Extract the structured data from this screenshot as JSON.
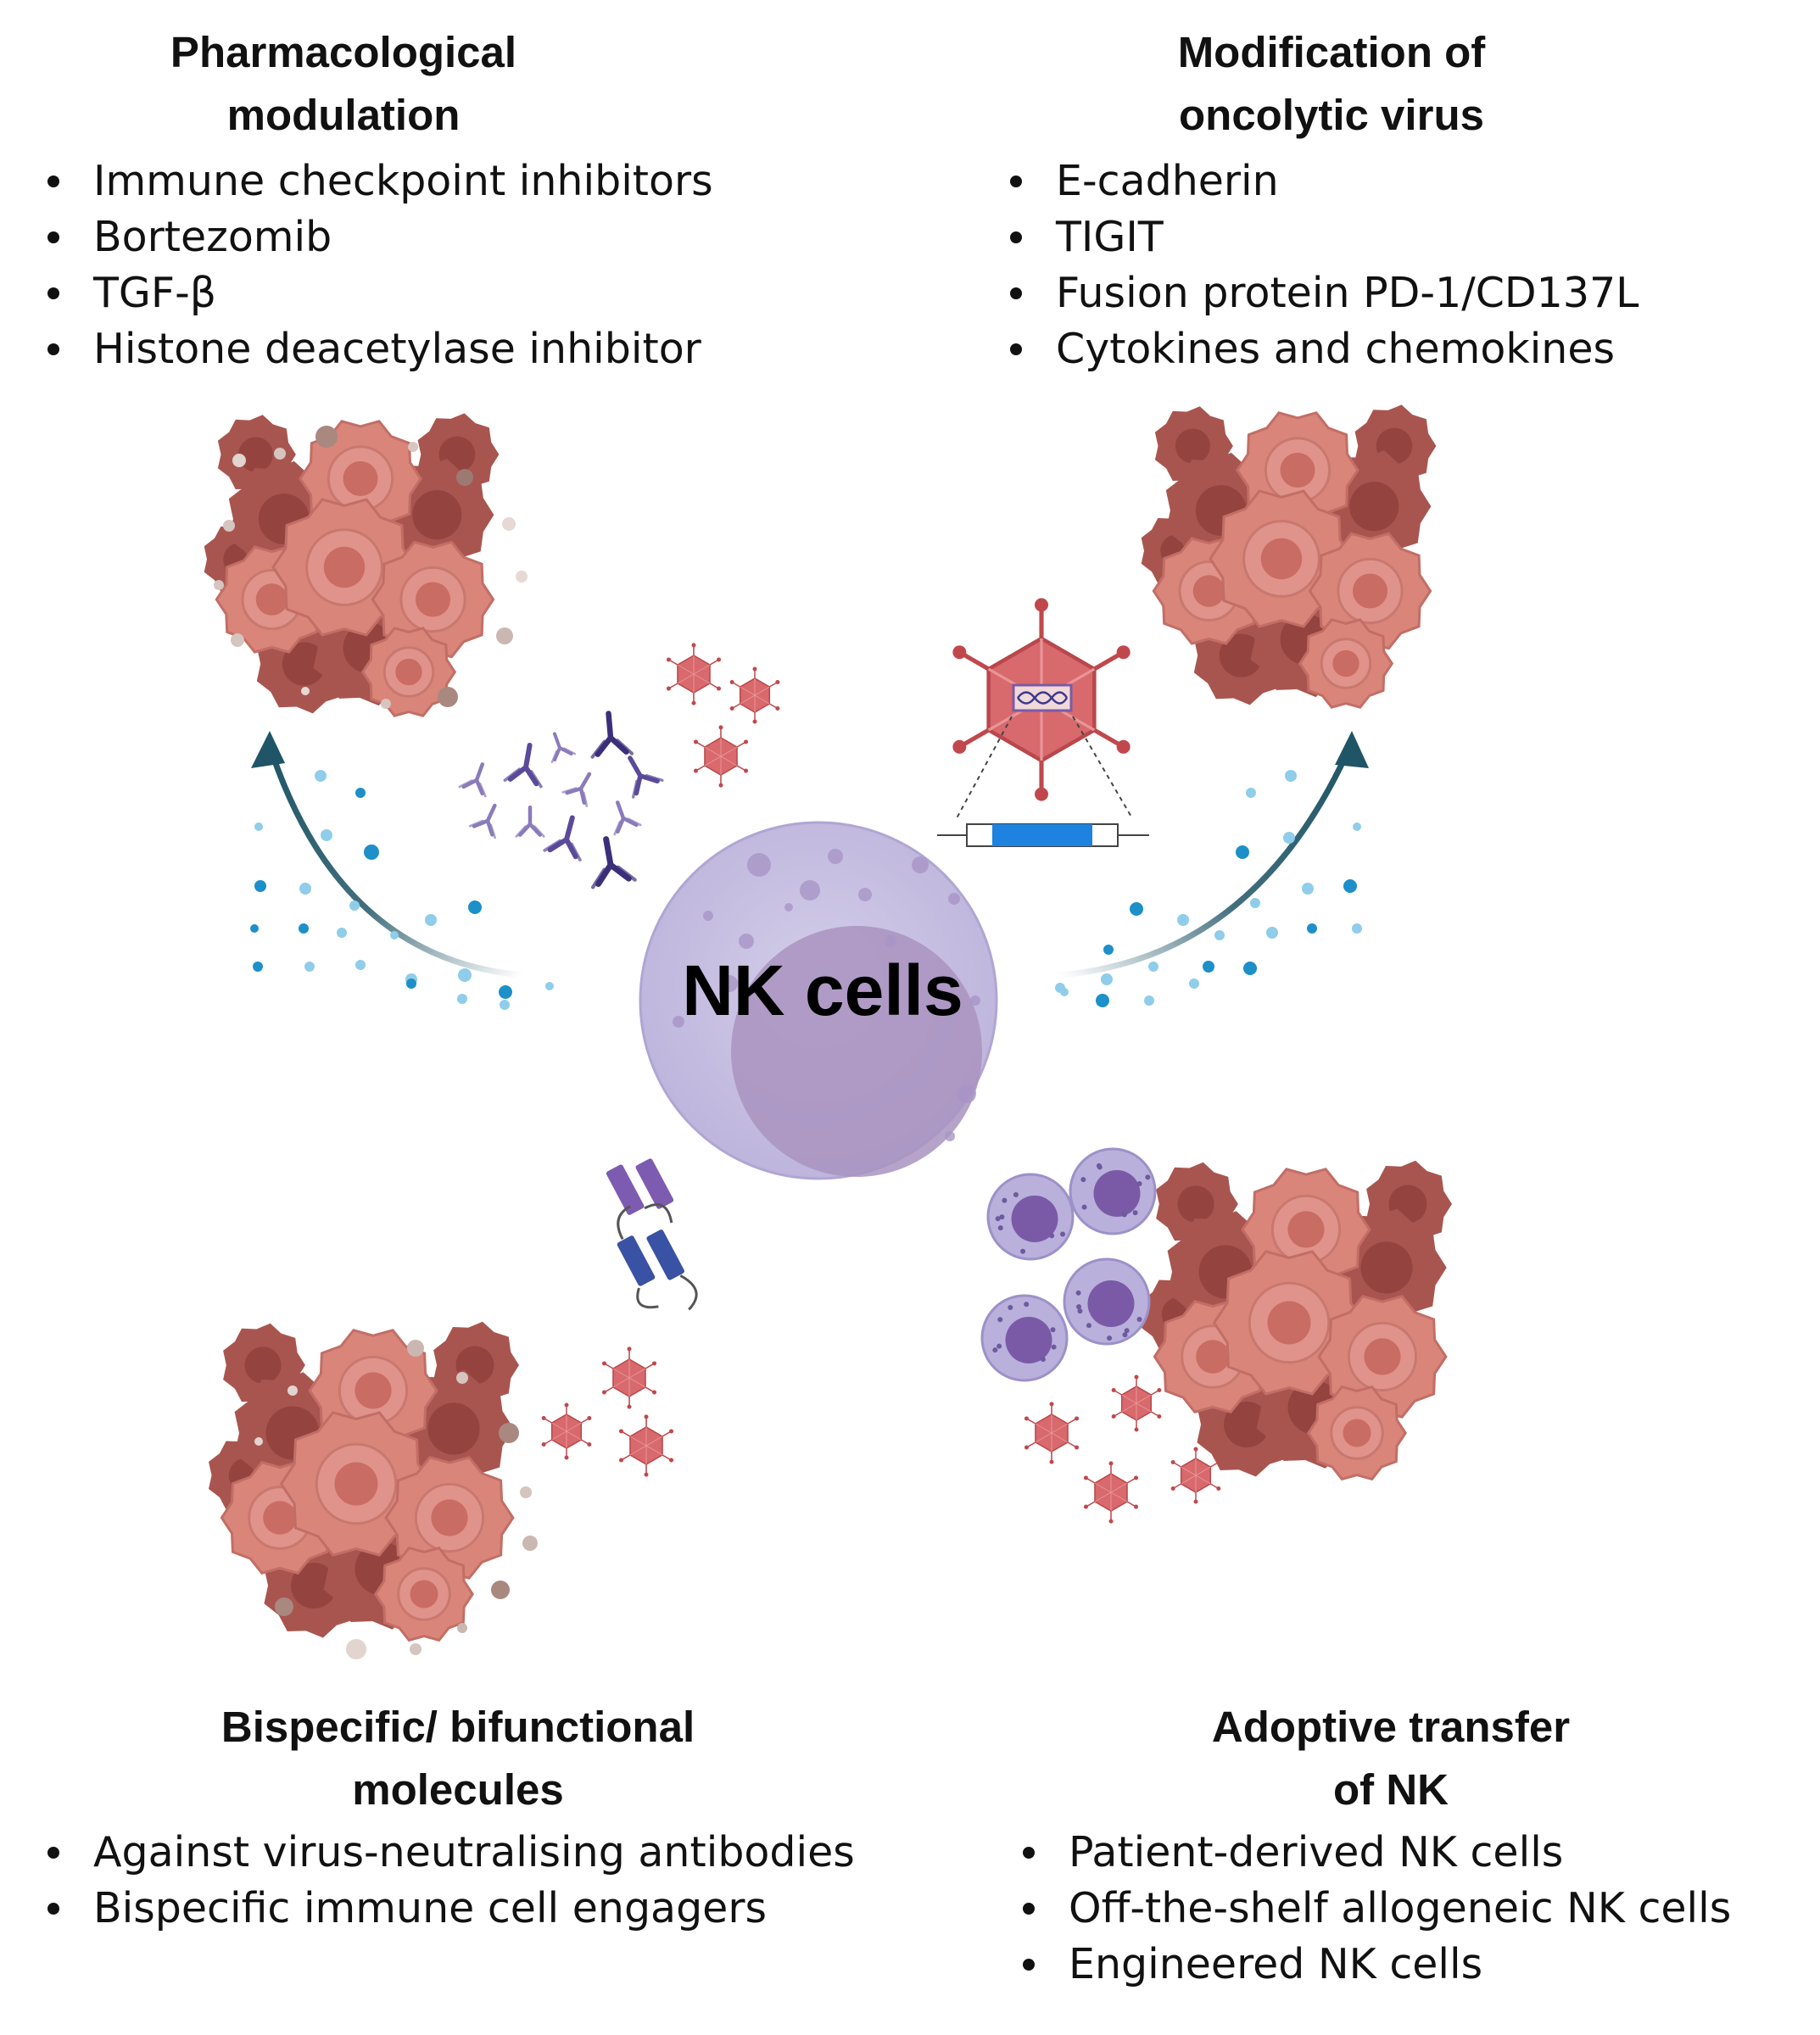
{
  "center_label": "NK cells",
  "colors": {
    "tumor": "#d98579",
    "tumor_dark": "#a9554f",
    "nk_cell": "#c9c3e2",
    "nk_nucleus": "#a993bf",
    "arrow": "#1f5566",
    "cytokine": "#1d8fc9",
    "virus": "#d8696c",
    "antibody": "#5b4a9a",
    "engager": "#3a52a3"
  },
  "panels": {
    "pharmacological": {
      "title": [
        "Pharmacological",
        "modulation"
      ],
      "items": [
        "Immune checkpoint inhibitors",
        "Bortezomib",
        "TGF-β",
        "Histone deacetylase inhibitor"
      ]
    },
    "oncolytic_virus": {
      "title": [
        "Modification of",
        "oncolytic virus"
      ],
      "items": [
        "E-cadherin",
        "TIGIT",
        "Fusion protein PD-1/CD137L",
        "Cytokines and chemokines"
      ]
    },
    "bispecific": {
      "title": [
        "Bispecific/ bifunctional",
        "molecules"
      ],
      "items": [
        "Against virus-neutralising antibodies",
        "Bispecific immune cell engagers"
      ]
    },
    "adoptive": {
      "title": [
        "Adoptive transfer",
        "of NK"
      ],
      "items": [
        "Patient-derived NK cells",
        "Off-the-shelf allogeneic NK cells",
        "Engineered NK cells"
      ]
    }
  }
}
